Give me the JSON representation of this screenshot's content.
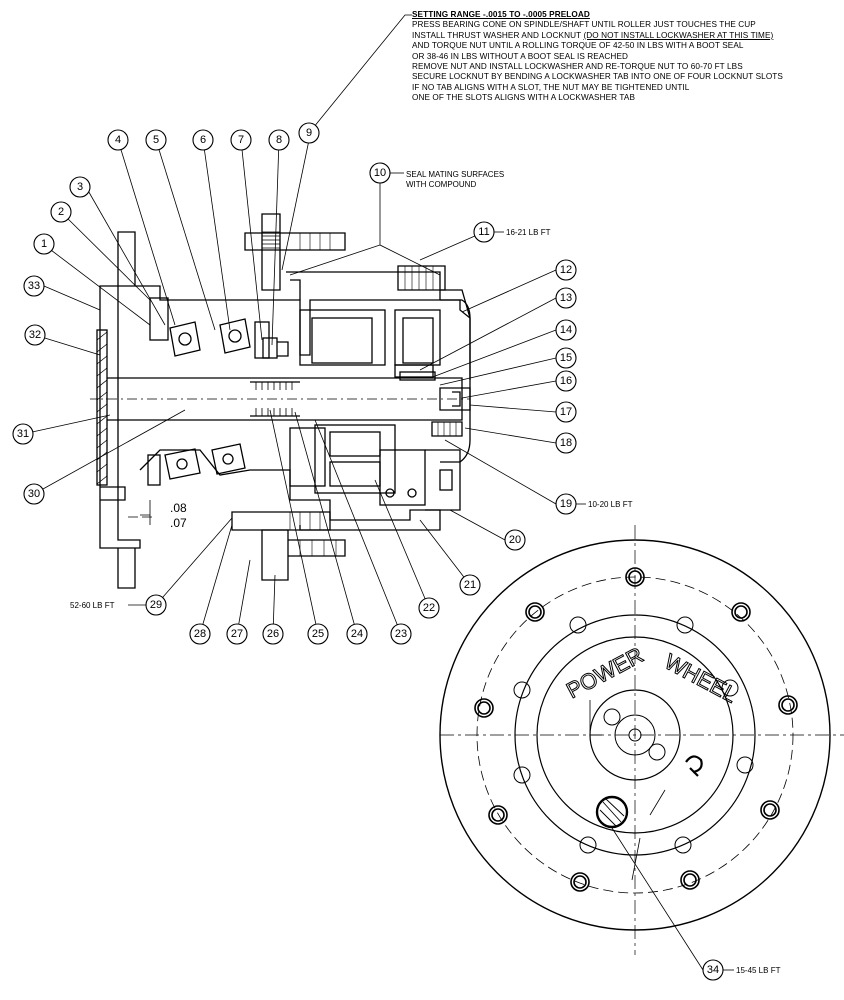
{
  "notes": {
    "header": "SETTING RANGE  -.0015 TO -.0005 PRELOAD",
    "line1": "PRESS BEARING CONE ON SPINDLE/SHAFT UNTIL ROLLER JUST TOUCHES THE CUP",
    "line2a": "INSTALL THRUST WASHER AND LOCKNUT ",
    "line2b": "(DO NOT INSTALL LOCKWASHER AT THIS TIME)",
    "line3": "AND TORQUE NUT UNTIL A ROLLING TORQUE OF 42-50 IN LBS WITH A BOOT SEAL",
    "line4": "OR 38-46 IN LBS WITHOUT A BOOT SEAL IS REACHED",
    "line5": "REMOVE NUT AND INSTALL LOCKWASHER AND RE-TORQUE NUT TO 60-70 FT LBS",
    "line6": "SECURE LOCKNUT BY BENDING A LOCKWASHER TAB INTO ONE OF FOUR LOCKNUT SLOTS",
    "line7": "IF NO TAB ALIGNS WITH A SLOT, THE NUT MAY BE TIGHTENED UNTIL",
    "line8": "ONE OF THE SLOTS ALIGNS WITH A LOCKWASHER TAB"
  },
  "annotations": {
    "seal_line1": "SEAL MATING SURFACES",
    "seal_line2": "WITH COMPOUND",
    "torque_11": "16-21 LB FT",
    "torque_19": "10-20 LB FT",
    "torque_29": "52-60 LB FT",
    "torque_34": "15-45 LB FT",
    "dim_upper": ".08",
    "dim_lower": ".07",
    "logo_text_left": "POWER",
    "logo_text_right": "WHEEL"
  },
  "callouts": [
    "1",
    "2",
    "3",
    "4",
    "5",
    "6",
    "7",
    "8",
    "9",
    "10",
    "11",
    "12",
    "13",
    "14",
    "15",
    "16",
    "17",
    "18",
    "19",
    "20",
    "21",
    "22",
    "23",
    "24",
    "25",
    "26",
    "27",
    "28",
    "29",
    "30",
    "31",
    "32",
    "33",
    "34"
  ]
}
